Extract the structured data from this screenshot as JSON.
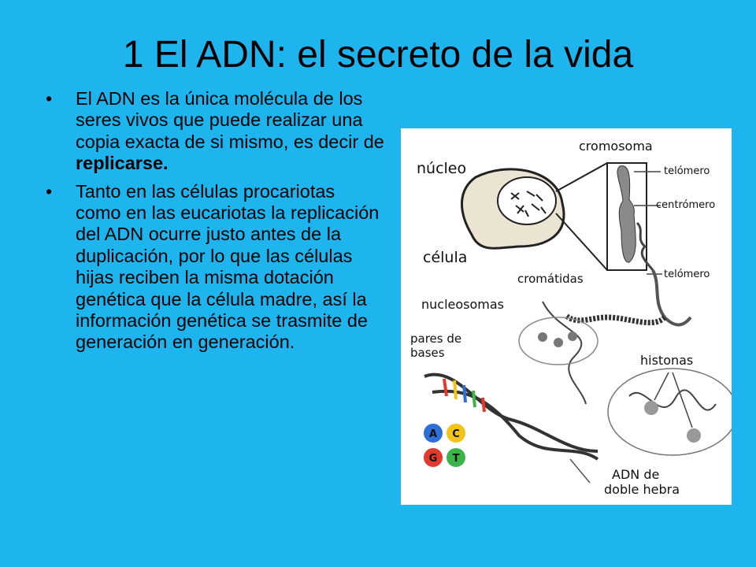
{
  "slide": {
    "title": "1 El ADN: el secreto de la vida",
    "bullets": [
      {
        "marker": "•",
        "text_before": "El ADN es la única molécula de los seres vivos que puede realizar una copia exacta de si mismo, es decir de ",
        "bold": "replicarse.",
        "text_after": ""
      },
      {
        "marker": "•",
        "text_before": "Tanto en las células procariotas como en las eucariotas la replicación del ADN ocurre justo antes de la duplicación, por lo que las células hijas reciben la misma dotación genética que la célula madre, así la información genética se trasmite de generación en generación.",
        "bold": "",
        "text_after": ""
      }
    ]
  },
  "figure": {
    "labels": {
      "nucleo": "núcleo",
      "celula": "célula",
      "cromosoma": "cromosoma",
      "telomero_top": "telómero",
      "centromero": "centrómero",
      "telomero_bottom": "telómero",
      "cromatidas": "cromátidas",
      "nucleosomas": "nucleosomas",
      "pares_de": "pares de",
      "bases": "bases",
      "histonas": "histonas",
      "adn_de": "ADN de",
      "doble_hebra": "doble hebra"
    },
    "bases": [
      {
        "letter": "A",
        "color": "#2d6fd6"
      },
      {
        "letter": "C",
        "color": "#f2c318"
      },
      {
        "letter": "G",
        "color": "#e23a2e"
      },
      {
        "letter": "T",
        "color": "#3bb54a"
      }
    ]
  }
}
